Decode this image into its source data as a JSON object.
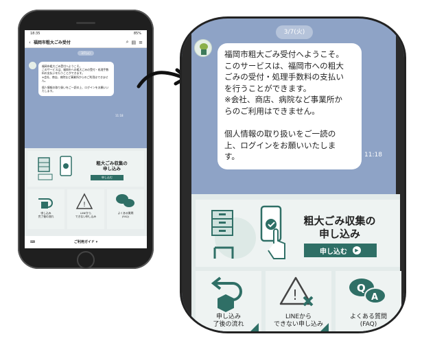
{
  "phone": {
    "status_time": "18:35",
    "status_battery": "85%",
    "account_name": "福岡市粗大ごみ受付",
    "date_chip": "3/7(火)",
    "message": "福岡市粗大ごみ受付へようこそ。\nこのサービスは、福岡市への粗大ごみの受付・処理手数料の支払いを行うことができます。\n※会社、商店、病院など事業所からのご利用はできません。\n\n個人情報の取り扱いをご一読の上、ログインをお願いいたします。",
    "time": "11:18",
    "menu_big_title": "粗大ごみ収集の\n申し込み",
    "menu_big_button": "申し込む",
    "menu_small": [
      "申し込み\n完了後の流れ",
      "LINEから\nできない申し込み",
      "よくある質問\n(FAQ)"
    ],
    "guide_label": "ご利用ガイド ▾"
  },
  "zoom": {
    "date_chip": "3/7(火)",
    "message": "福岡市粗大ごみ受付へようこそ。\nこのサービスは、福岡市への粗大\nごみの受付・処理手数料の支払い\nを行うことができます。\n※会社、商店、病院など事業所か\nらのご利用はできません。\n\n個人情報の取り扱いをご一読の\n上、ログインをお願いいたしま\nす。",
    "time": "11:18",
    "menu_big_title": "粗大ごみ収集の\n申し込み",
    "menu_big_button": "申し込む",
    "menu_small": [
      "申し込み\n了後の流れ",
      "LINEから\nできない申し込み",
      "よくある質問\n(FAQ)"
    ]
  },
  "colors": {
    "chat_bg": "#8ea3c6",
    "accent_green": "#2f6f66",
    "menu_bg": "#e3ebea",
    "tile_bg": "#eef3f2"
  },
  "icons": [
    "back-chevron-icon",
    "search-icon",
    "menu-icon",
    "hamburger-icon",
    "cabinet-icon",
    "smartphone-check-icon",
    "box-return-icon",
    "warning-x-icon",
    "qa-bubbles-icon",
    "play-icon",
    "keyboard-icon"
  ]
}
